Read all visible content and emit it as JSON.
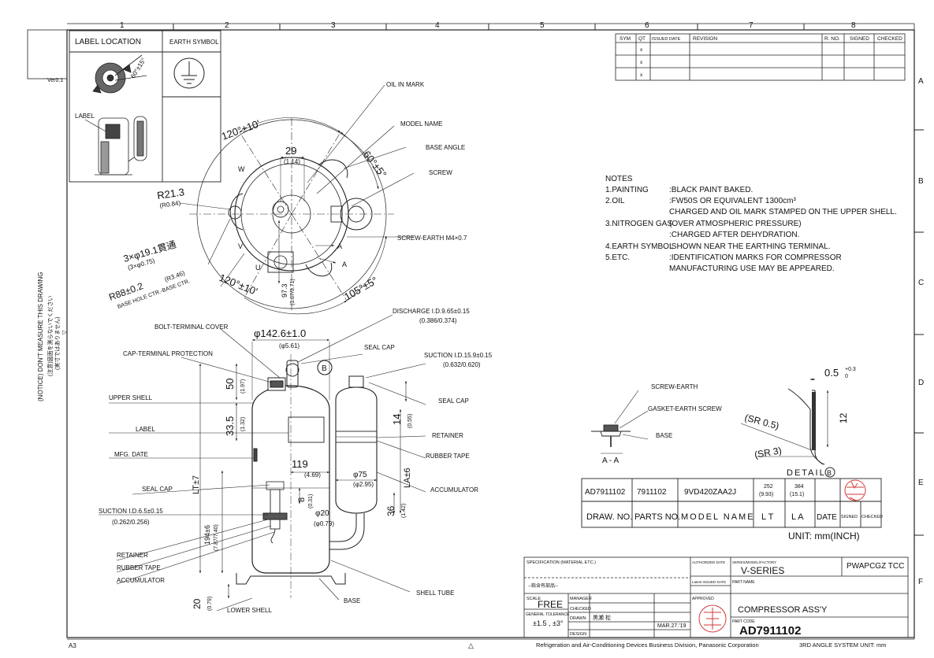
{
  "sheet": {
    "zone_cols": [
      "1",
      "2",
      "3",
      "4",
      "5",
      "6",
      "7",
      "8"
    ],
    "zone_rows": [
      "A",
      "B",
      "C",
      "D",
      "E",
      "F"
    ],
    "size_label": "A3",
    "triangle_mark": "△",
    "version_mark": "Ver0.1",
    "side_note_en": "(NOTICE) DON'T MEASURE THIS DRAWING",
    "side_note_jp1": "(注意)図面を測らないでください",
    "side_note_jp2": "(実寸ではありません)",
    "side_note_jp3": "▽",
    "footer": "Refrigeration and Air-Conditioning Devices Business Division, Panasonic Corporation",
    "angle_system": "3RD ANGLE SYSTEM UNIT: mm"
  },
  "revision_table": {
    "headers": [
      "SYM",
      "QT",
      "ISSUED DATE",
      "REVISION",
      "R. NO.",
      "SIGNED",
      "CHECKED"
    ],
    "rows": [
      [
        "",
        "x",
        "",
        "",
        "",
        "",
        ""
      ],
      [
        "",
        "x",
        "",
        "",
        "",
        "",
        ""
      ],
      [
        "",
        "x",
        "",
        "",
        "",
        "",
        ""
      ]
    ]
  },
  "label_box": {
    "location_title": "LABEL LOCATION",
    "earth_title": "EARTH SYMBOL",
    "label_word": "LABEL",
    "angle_note": "60°±15°"
  },
  "top_view": {
    "angle_top": "120°±10'",
    "angle_bottom": "120°±10'",
    "angle_right": "60°±5°",
    "angle_lower_right": "105°±5°",
    "dim_29": "29",
    "dim_29_in": "(1.14)",
    "r21": "R21.3",
    "r21_in": "(R0.84)",
    "holes": "3×φ19.1貫通",
    "holes_in": "(3×φ0.75)",
    "r88": "R88±0.2",
    "r88_in": "(R3.46)",
    "base_hole": "BASE HOLE CTR.-BASE CTR.",
    "dim_97": "97.3",
    "dim_97_in": "(3.87/3.71)",
    "w": "W",
    "v": "V",
    "u": "U",
    "a": "A",
    "oil_mark": "OIL IN MARK",
    "model_name": "MODEL NAME",
    "base_angle": "BASE ANGLE",
    "screw": "SCREW",
    "screw_earth": "SCREW-EARTH M4×0.7"
  },
  "notes": {
    "title": "NOTES",
    "lines": [
      [
        "1.PAINTING",
        ":BLACK PAINT BAKED."
      ],
      [
        "2.OIL",
        ":FW50S OR EQUIVALENT    1300cm³"
      ],
      [
        "",
        " CHARGED  AND OIL MARK STAMPED ON THE UPPER SHELL."
      ],
      [
        "3.NITROGEN GAS",
        "(OVER ATMOSPHERIC PRESSURE)"
      ],
      [
        "",
        ":CHARGED AFTER DEHYDRATION."
      ],
      [
        "4.EARTH SYMBOL",
        ":SHOWN NEAR THE EARTHING TERMINAL."
      ],
      [
        "5.ETC.",
        ":IDENTIFICATION MARKS FOR COMPRESSOR"
      ],
      [
        "",
        " MANUFACTURING USE MAY BE APPEARED."
      ]
    ]
  },
  "front_view": {
    "discharge": "DISCHARGE I.D.9.65±0.15",
    "discharge_in": "(0.386/0.374)",
    "suction_top": "SUCTION I.D.15.9±0.15",
    "suction_top_in": "(0.632/0.620)",
    "dia_142": "φ142.6±1.0",
    "dia_142_in": "(φ5.61)",
    "bolt_cover": "BOLT-TERMINAL COVER",
    "cap_terminal": "CAP-TERMINAL PROTECTION",
    "seal_cap": "SEAL CAP",
    "upper_shell": "UPPER SHELL",
    "label": "LABEL",
    "mfg_date": "MFG. DATE",
    "seal_cap2": "SEAL CAP",
    "suction_low": "SUCTION I.D.6.5±0.15",
    "suction_low_in": "(0.262/0.256)",
    "retainer": "RETAINER",
    "rubber_tape": "RUBBER TAPE",
    "accumulator": "ACCUMULATOR",
    "lower_shell": "LOWER SHELL",
    "base": "BASE",
    "shell_tube": "SHELL TUBE",
    "seal_cap_r": "SEAL CAP",
    "retainer_r": "RETAINER",
    "rubber_tape_r": "RUBBER TAPE",
    "accumulator_r": "ACCUMULATOR",
    "dim_50": "50",
    "dim_50_in": "(1.97)",
    "dim_33": "33.5",
    "dim_33_in": "(1.32)",
    "dim_14": "14",
    "dim_14_in": "(0.55)",
    "dim_119": "119",
    "dim_119_in": "(4.69)",
    "dim_8": "8",
    "dim_8_in": "(0.31)",
    "dim_75": "φ75",
    "dim_75_in": "(φ2.95)",
    "dim_20": "φ20",
    "dim_20_in": "(φ0.79)",
    "dim_36": "36",
    "dim_36_in": "(1.42)",
    "dim_194": "194±6",
    "dim_194_in": "(7.87/7.40)",
    "lt": "LT±7",
    "la": "LA±6",
    "dim_20b": "20",
    "dim_20b_in": "(0.79)",
    "b_mark": "B"
  },
  "section_aa": {
    "screw_earth": "SCREW-EARTH",
    "gasket": "GASKET-EARTH SCREW",
    "base": "BASE",
    "title": "A - A"
  },
  "detail_b": {
    "tol": "0.5",
    "tol_sup": "+0.3",
    "tol_sub": "0",
    "dim_12": "12",
    "sr05": "(SR 0.5)",
    "sr3": "(SR 3)",
    "title": "DETAIL",
    "mark": "B"
  },
  "parts_table": {
    "values": [
      "AD7911102",
      "7911102",
      "9VD420ZAA2J",
      "252",
      "(9.93)",
      "384",
      "(15.1)"
    ],
    "headers": [
      "DRAW. NO.",
      "PARTS NO.",
      "MODEL NAME",
      "L T",
      "L A",
      "DATE",
      "SIGNED",
      "CHECKED"
    ],
    "unit": "UNIT: mm(INCH)"
  },
  "title_block": {
    "spec_label": "SPECIFICATION (MATERIAL ETC.)",
    "lead_free": "--鉛含有部品--",
    "scale_label": "SCALE",
    "scale": "FREE",
    "tol_label": "GENERAL TOLERANCE",
    "tol": "±1.5 , ±3°",
    "manager": "MANAGER",
    "checked": "CHECKED",
    "drawn": "DRAWN",
    "drawn_name": "黒瀬 松",
    "drawn_date": "MAR.27.'19",
    "design": "DESIGN",
    "authorized": "AUTHORIZED DATE",
    "latest": "Latest ISSUED DATE",
    "approved": "APPROVED",
    "series_label": "SERIES/MODEL/FACTORY",
    "series": "V-SERIES",
    "factory": "PWAPCGZ TCC",
    "part_name_label": "PART NAME",
    "part_name": "COMPRESSOR ASS'Y",
    "part_code_label": "PART CODE",
    "part_code": "AD7911102"
  }
}
